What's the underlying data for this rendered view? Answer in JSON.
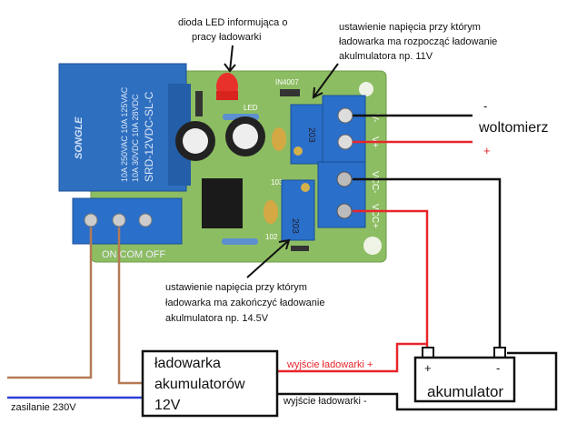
{
  "annotations": {
    "led": [
      "dioda LED informująca o",
      "pracy ładowarki"
    ],
    "start_pot": [
      "ustawienie napięcia przy którym",
      "ładowarka ma rozpocząć ładowanie",
      "akulmulatora np. 11V"
    ],
    "stop_pot": [
      "ustawienie napięcia przy którym",
      "ładowarka ma zakończyć ładowanie",
      "akulmulatora np. 14.5V"
    ]
  },
  "voltmeter": {
    "label": "woltomierz",
    "minus": "-",
    "plus": "+"
  },
  "board": {
    "relay_text": [
      "SONGLE",
      "10A 250VAC  10A 125VAC",
      "10A 30VDC  10A 28VDC",
      "SRD-12VDC-SL-C"
    ],
    "diode_label": "IN4007",
    "led_label": "LED",
    "pot_code": "203",
    "pot_code_label": "103",
    "pot_code_label2": "102",
    "relay_terminals": "ON COM OFF",
    "right_labels": [
      "V-",
      "V+",
      "VCC-",
      "VCC+"
    ]
  },
  "charger": {
    "lines": [
      "ładowarka",
      "akumulatorów",
      "12V"
    ]
  },
  "battery": {
    "label": "akumulator",
    "plus": "+",
    "minus": "-"
  },
  "wires": {
    "mains": "zasilanie 230V",
    "out_plus": "wyjście ładowarki +",
    "out_minus": "wyjście ładowarki -"
  },
  "colors": {
    "red": "#e8262b",
    "black": "#111111",
    "brown": "#b57a55",
    "blue": "#2b3fd6",
    "pcb": "#8dbd62",
    "terminal": "#2a6fc9"
  }
}
